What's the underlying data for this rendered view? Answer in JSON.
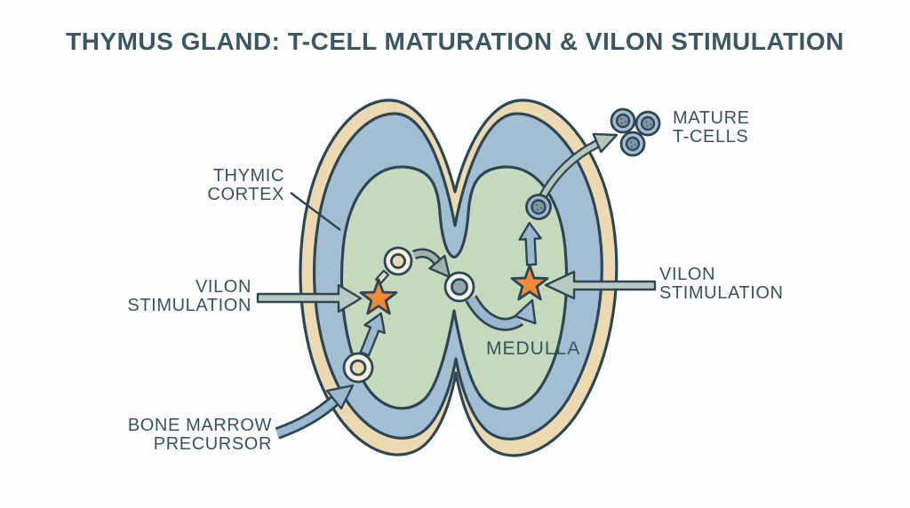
{
  "title": "THYMUS GLAND: T-CELL MATURATION & VILON STIMULATION",
  "labels": {
    "thymic_cortex_1": "THYMIC",
    "thymic_cortex_2": "CORTEX",
    "vilon_left_1": "VILON",
    "vilon_left_2": "STIMULATION",
    "bone_marrow_1": "BONE MARROW",
    "bone_marrow_2": "PRECURSOR",
    "medulla": "MEDULLA",
    "vilon_right_1": "VILON",
    "vilon_right_2": "STIMULATION",
    "mature_1": "MATURE",
    "mature_2": "T-CELLS"
  },
  "colors": {
    "outline": "#2c4654",
    "text": "#36545f",
    "capsule_tan": "#ecd9b1",
    "cortex_blue": "#a3bed3",
    "medulla_green": "#c6d9bd",
    "star_orange": "#ef8b38",
    "arrow_blue": "#9cb8d1",
    "arrow_gray_green": "#b7c9c1",
    "cell_cream": "#e9d9af",
    "cell_gray_blue": "#7e96a6",
    "cell_ring_white": "#f5f1e1"
  }
}
